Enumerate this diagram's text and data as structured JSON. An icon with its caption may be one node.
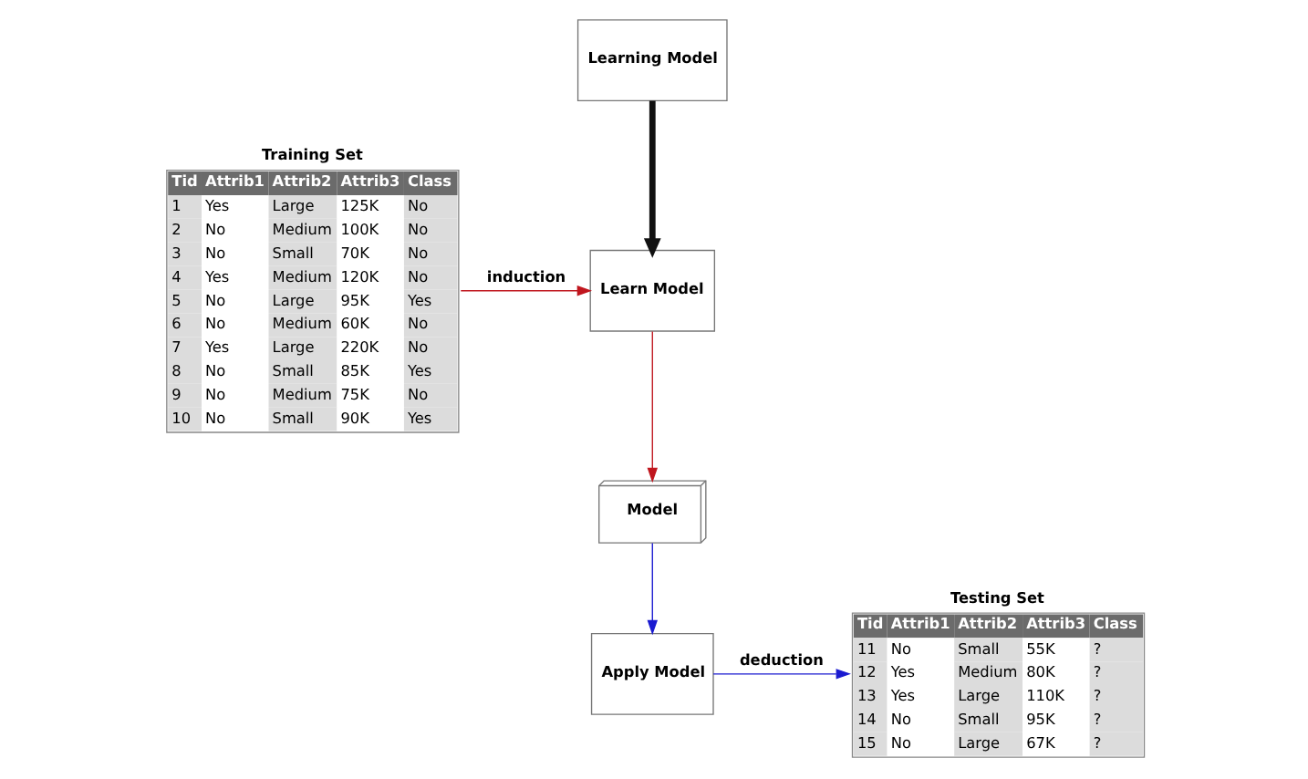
{
  "diagram": {
    "nodes": [
      {
        "text": [
          "Training Set",
          "Tid",
          "Attrib1",
          "Attrib2",
          "Attrib3",
          "Class",
          "1",
          "Yes",
          "Large",
          "125K",
          "No",
          "2",
          "No",
          "Medium",
          "100K",
          "No",
          "3",
          "No",
          "Small",
          "70K",
          "No",
          "4",
          "Yes",
          "Medium",
          "120K",
          "No",
          "5",
          "No",
          "Large",
          "95K",
          "Yes",
          "6",
          "No",
          "Medium",
          "60K",
          "No",
          "7",
          "Yes",
          "Large",
          "220K",
          "No",
          "8",
          "No",
          "Small",
          "85K",
          "Yes",
          "9",
          "No",
          "Medium",
          "75K",
          "No",
          "10",
          "No",
          "Small",
          "90K",
          "Yes"
        ]
      },
      {
        "text": [
          "Learning Model"
        ]
      },
      {
        "text": [
          "Learn Model"
        ]
      },
      {
        "text": [
          "Model"
        ]
      },
      {
        "text": [
          "Apply Model"
        ]
      },
      {
        "text": [
          "Testing Set",
          "Tid",
          "Attrib1",
          "Attrib2",
          "Attrib3",
          "Class",
          "11",
          "No",
          "Small",
          "55K",
          "?",
          "12",
          "Yes",
          "Medium",
          "80K",
          "?",
          "13",
          "Yes",
          "Large",
          "110K",
          "?",
          "14",
          "No",
          "Small",
          "95K",
          "?",
          "15",
          "No",
          "Large",
          "67K",
          "?"
        ]
      }
    ],
    "edges": [
      {
        "from": 0,
        "to": 2,
        "arrow": "to",
        "label": "induction",
        "color": "#c0161e"
      },
      {
        "from": 1,
        "to": 2,
        "arrow": "to",
        "style": "thick",
        "color": "#111111"
      },
      {
        "from": 2,
        "to": 3,
        "arrow": "to",
        "color": "#c0161e"
      },
      {
        "from": 3,
        "to": 4,
        "arrow": "to",
        "color": "#1a1ad0"
      },
      {
        "from": 4,
        "to": 5,
        "arrow": "to",
        "label": "deduction",
        "color": "#1a1ad0"
      }
    ]
  }
}
